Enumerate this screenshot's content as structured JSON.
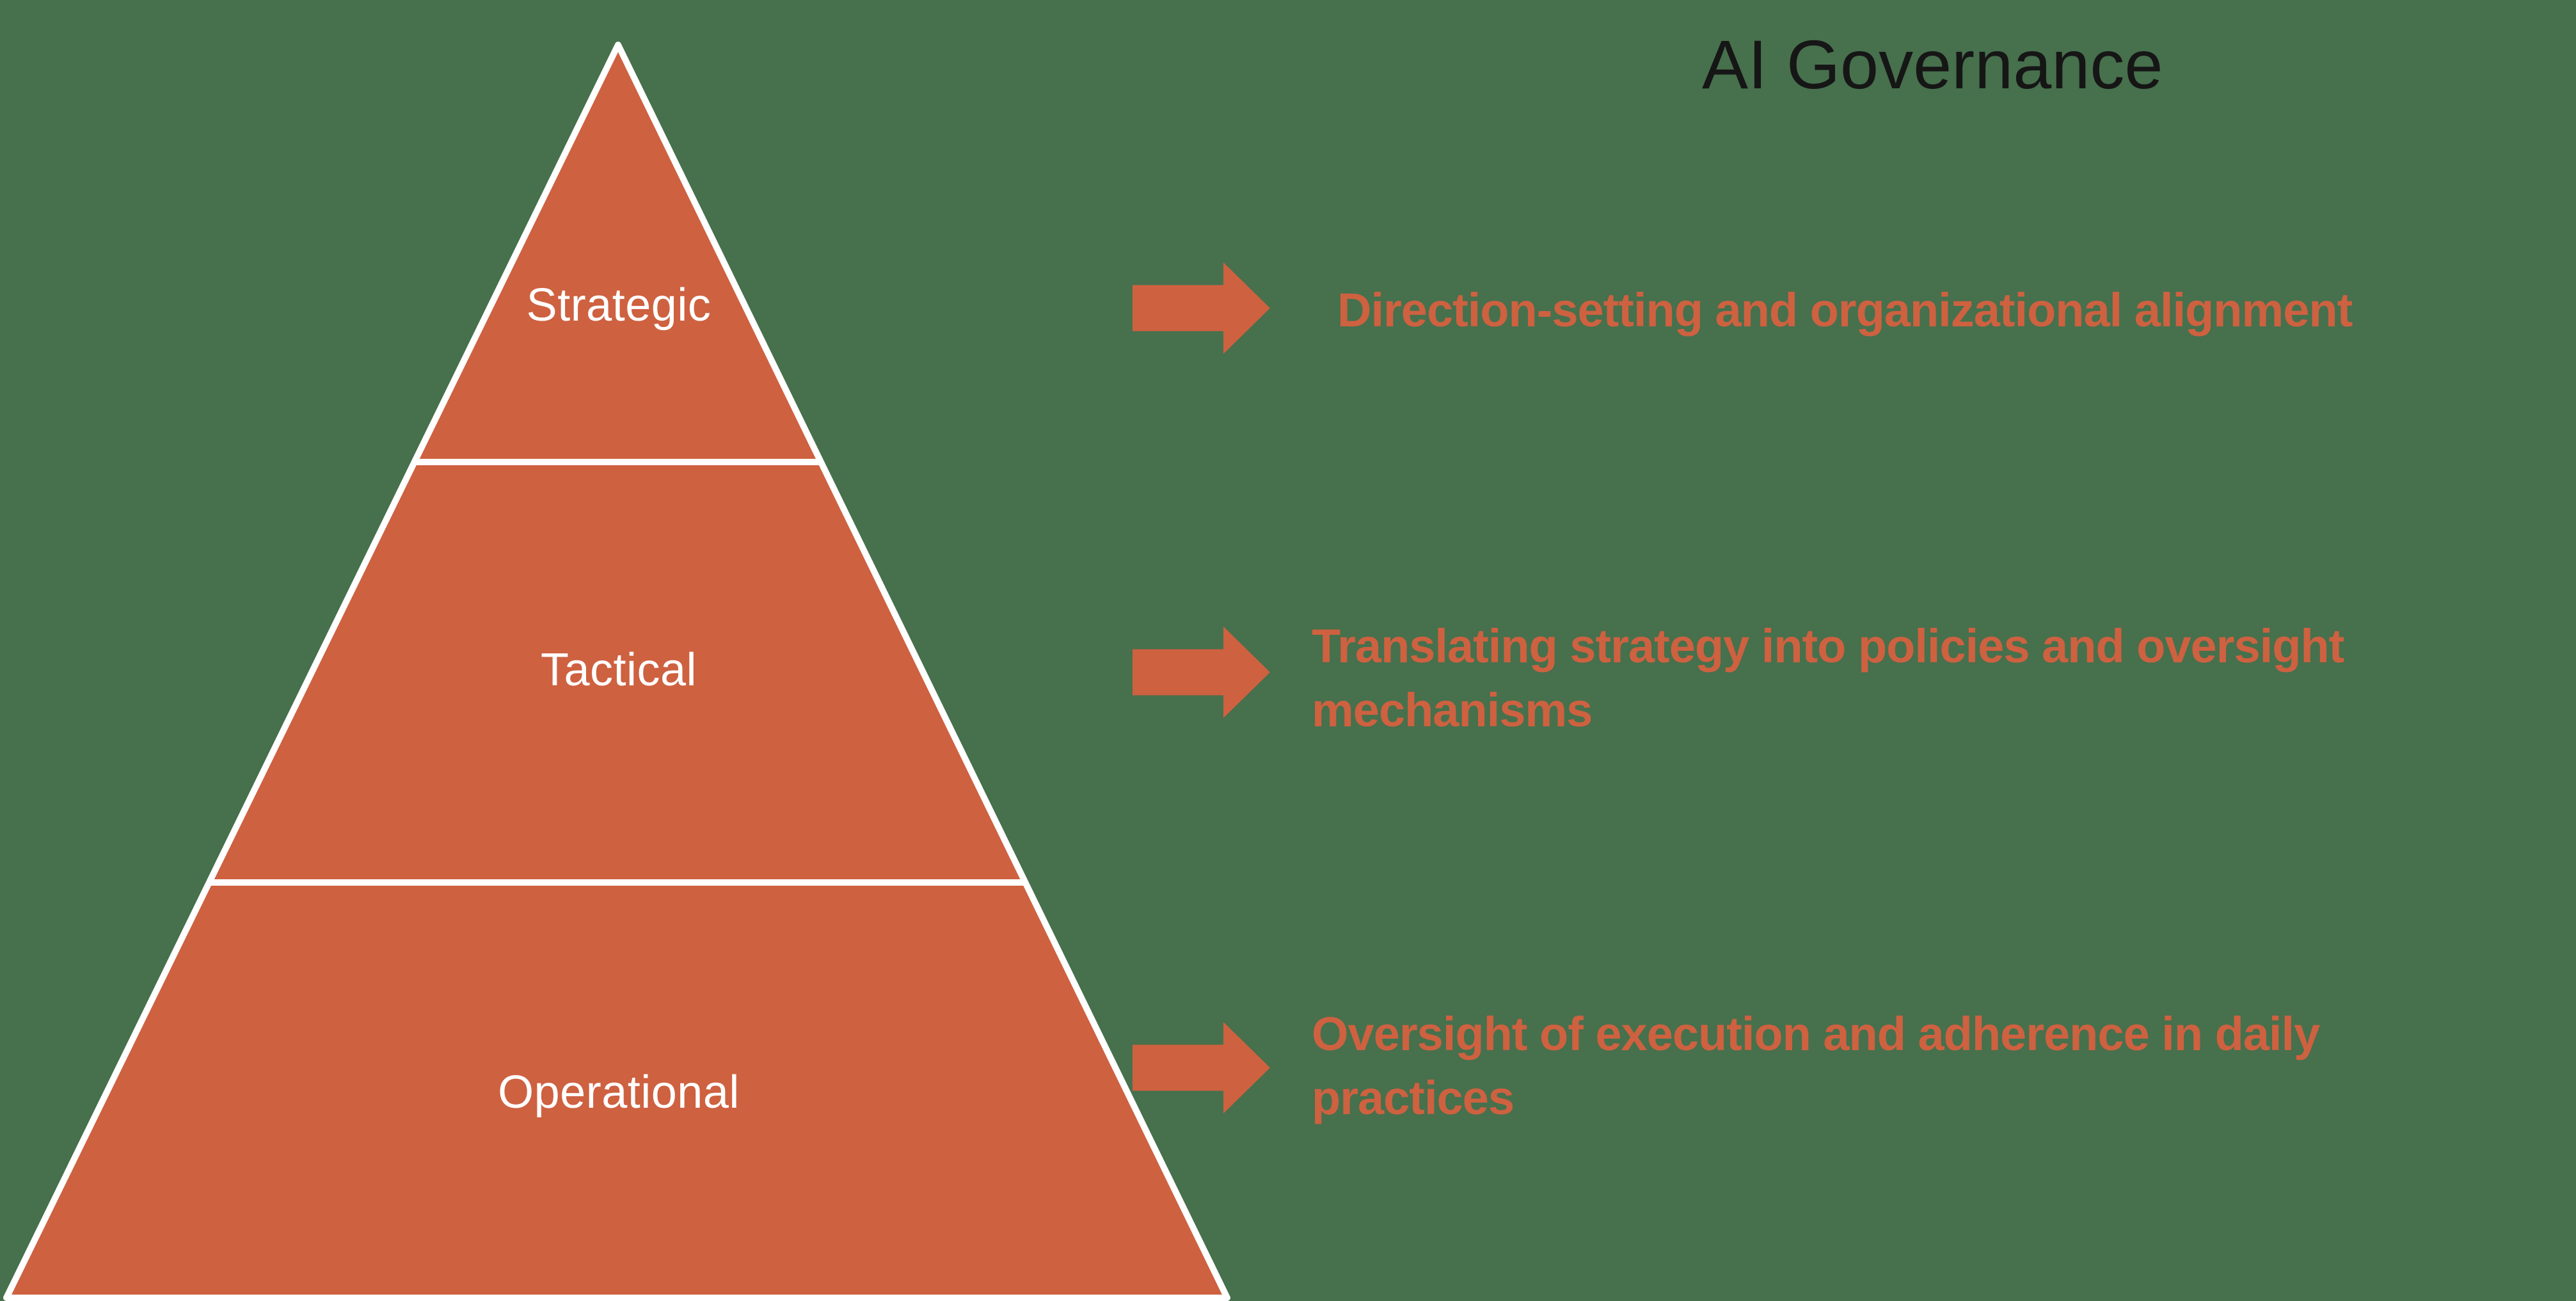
{
  "title": "AI Governance",
  "colors": {
    "bg": "#47704D",
    "accent": "#CE6140",
    "label": "#FFFFFF",
    "title": "#161616"
  },
  "pyramid": {
    "levels": [
      {
        "label": "Strategic"
      },
      {
        "label": "Tactical"
      },
      {
        "label": "Operational"
      }
    ]
  },
  "rows": [
    {
      "icon": "arrow-right-icon",
      "lines": [
        "Direction-setting and organizational alignment"
      ]
    },
    {
      "icon": "arrow-right-icon",
      "lines": [
        "Translating strategy into policies and oversight",
        "mechanisms"
      ]
    },
    {
      "icon": "arrow-right-icon",
      "lines": [
        "Oversight of execution and adherence in daily",
        "practices"
      ]
    }
  ]
}
